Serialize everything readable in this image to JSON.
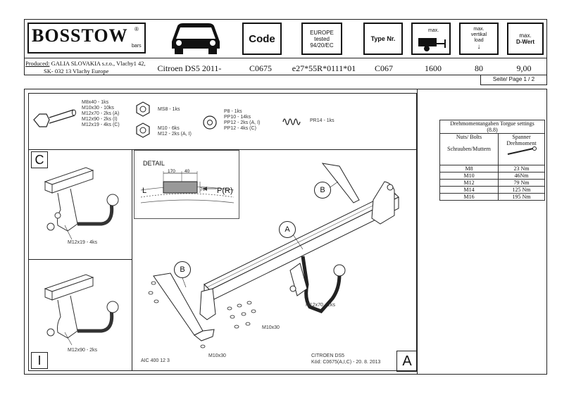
{
  "header": {
    "brand": "BOSSTOW",
    "brand_sub": "bars",
    "code_label": "Code",
    "europe": [
      "EUROPE",
      "tested",
      "94/20/EC"
    ],
    "type_label": "Type Nr.",
    "max_label": "max.",
    "vertical_load_label": [
      "max.",
      "vertikal",
      "load"
    ],
    "dwert_label": [
      "max.",
      "D-Wert"
    ],
    "produced_label": "Produced:",
    "produced_line1": "GALIA SLOVAKIA s.r.o., Vlachy1 42,",
    "produced_line2": "SK- 032 13 Vlachy    Europe",
    "vehicle": "Citroen DS5 2011-",
    "code": "C0675",
    "approval": "e27*55R*0111*01",
    "type_nr": "C067",
    "max_load": "1600",
    "vertical_load": "80",
    "dwert": "9,00",
    "page": "Seite/ Page  1 / 2"
  },
  "parts": {
    "bolts": [
      "M8x40 - 1ks",
      "M10x30 - 10ks",
      "M12x70 - 2ks (A)",
      "M12x90 - 2ks (I)",
      "M12x19 - 4ks (C)"
    ],
    "nut1": "MS8 - 1ks",
    "nuts": [
      "M10 - 6ks",
      "M12 - 2ks (A, I)"
    ],
    "washers": [
      "P8 - 1ks",
      "PP10 - 14ks",
      "PP12 - 2ks (A, I)",
      "PP12 - 4ks (C)"
    ],
    "spring": "PR14 - 1ks"
  },
  "detail": {
    "title": "DETAIL",
    "dim1": "170",
    "dim2": "40",
    "dim3": "70",
    "left": "L",
    "right": "P(R)"
  },
  "callouts": {
    "c": "C",
    "i": "I",
    "a_corner": "A",
    "a": "A",
    "b": "B",
    "b2": "B",
    "m12x19": "M12x19 - 4ks",
    "m12x90": "M12x90 - 2ks",
    "m12x70": "M12x70 - 2ks",
    "m10x30": "M10x30",
    "m10x30b": "M10x30"
  },
  "footer": {
    "aic": "AIC 400 12 3",
    "vehicle": "CITROEN DS5",
    "kod": "Kód: C0675(A,I,C) - 20. 8. 2013"
  },
  "torque": {
    "title": "Drehmomentangaben Torgue settings",
    "grade": "(8.8)",
    "col1": [
      "Nuts/ Bolts",
      "Schrauben/Muttern"
    ],
    "col2": [
      "Spanner",
      "Drehmoment"
    ],
    "rows": [
      {
        "size": "M8",
        "value": "23 Nm"
      },
      {
        "size": "M10",
        "value": "46Nm"
      },
      {
        "size": "M12",
        "value": "79 Nm"
      },
      {
        "size": "M14",
        "value": "125 Nm"
      },
      {
        "size": "M16",
        "value": "195 Nm"
      }
    ]
  }
}
